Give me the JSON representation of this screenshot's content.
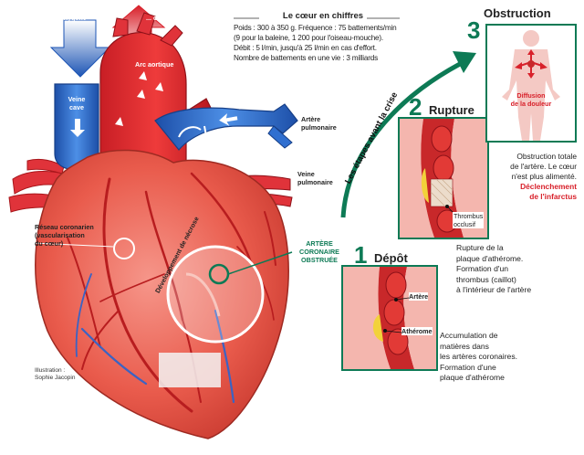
{
  "sang_deoxy": [
    "SANG...",
    "... désoxygéné"
  ],
  "sang_oxy": [
    "SANG...",
    "... oxygéné"
  ],
  "veine_cave": [
    "Veine",
    "cave"
  ],
  "arc_aortique": "Arc aortique",
  "artere_pulmonaire": [
    "Artère",
    "pulmonaire"
  ],
  "veine_pulmonaire": [
    "Veine",
    "pulmonaire"
  ],
  "reseau_coronarien": [
    "Réseau coronarien",
    "(vascularisation",
    "du cœur)"
  ],
  "necrose": "Développement de nécrose",
  "artere_obstruee": [
    "ARTÈRE",
    "CORONAIRE",
    "OBSTRUÉE"
  ],
  "illustration": [
    "Illustration :",
    "Sophie Jacopin"
  ],
  "chiffres": {
    "title": "Le cœur en chiffres",
    "lines": [
      "Poids : 300 à 350 g.  Fréquence : 75 battements/min",
      "(9 pour la baleine, 1 200 pour l'oiseau-mouche).",
      "Débit : 5 l/min, jusqu'à 25 l/min en cas d'effort.",
      "Nombre de battements en une vie : 3 milliards"
    ]
  },
  "etapes_label": "Les étapes avant la crise",
  "step1": {
    "num": "1",
    "title": "Dépôt",
    "artere": "Artère",
    "atherome": "Athérome",
    "desc": [
      "Accumulation de",
      "matières dans",
      "les artères coronaires.",
      "Formation d'une",
      "plaque d'athérome"
    ]
  },
  "step2": {
    "num": "2",
    "title": "Rupture",
    "thrombus": [
      "Thrombus",
      "occlusif"
    ],
    "desc": [
      "Rupture de la",
      "plaque d'athérome.",
      "Formation d'un",
      "thrombus (caillot)",
      "à l'intérieur de l'artère"
    ]
  },
  "step3": {
    "num": "3",
    "title": "Obstruction",
    "diffusion": [
      "Diffusion",
      "de la douleur"
    ],
    "desc": [
      "Obstruction totale",
      "de l'artère. Le cœur",
      "n'est plus alimenté."
    ],
    "desc_red": [
      "Déclenchement",
      "de l'infarctus"
    ]
  },
  "colors": {
    "green": "#0d7a55",
    "red": "#d8202a",
    "heart": "#ea5d4e",
    "vein_blue": "#2f6fd0",
    "body": "#f4c9c4",
    "plaque": "#f2d23a"
  }
}
